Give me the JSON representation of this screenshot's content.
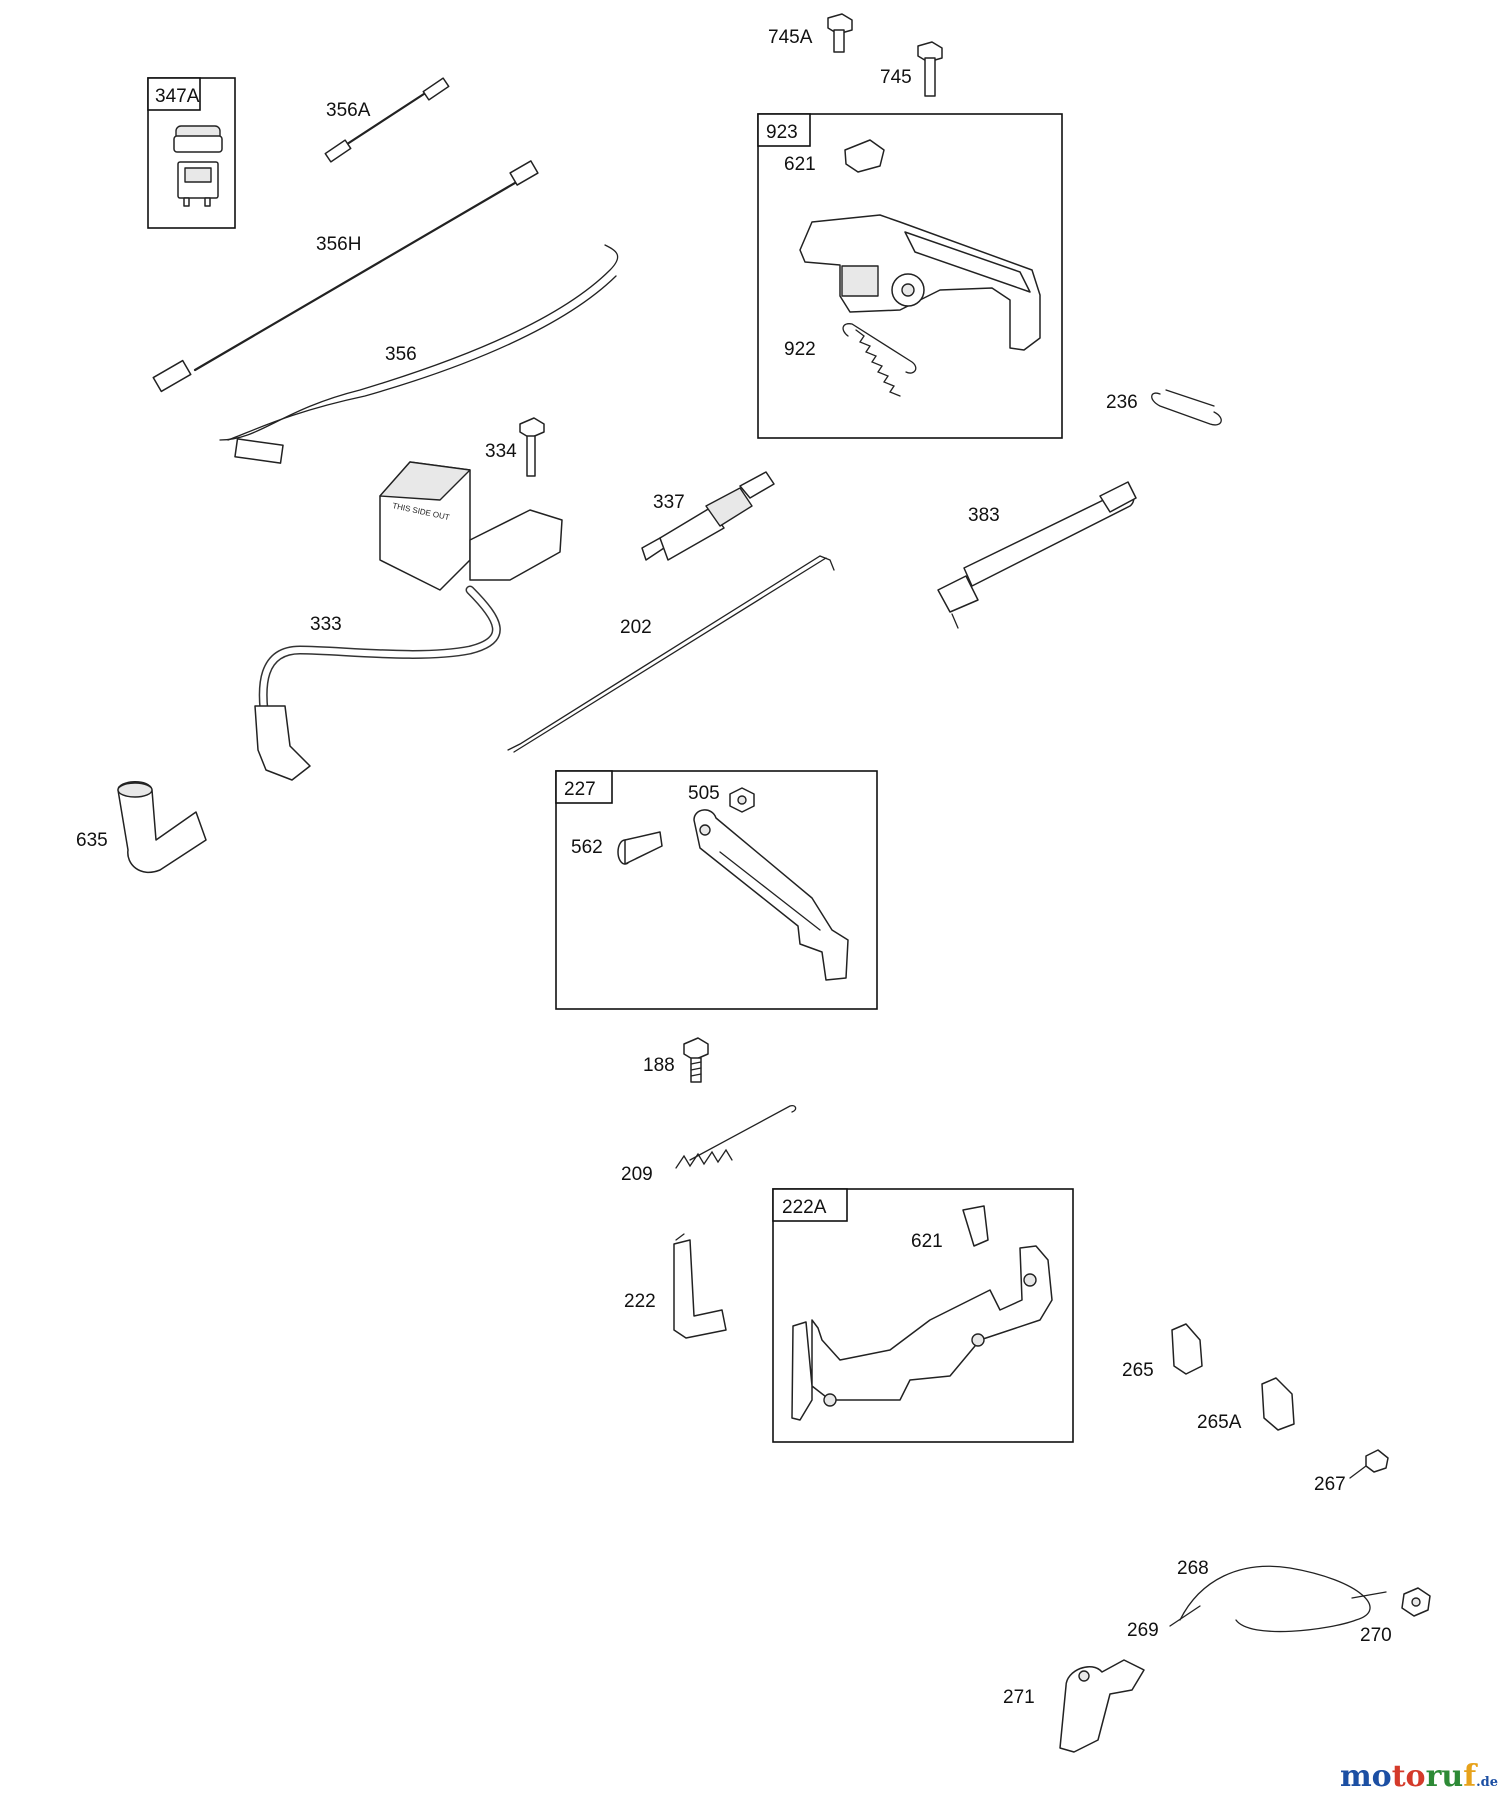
{
  "groups": {
    "g347A": "347A",
    "g923": "923",
    "g227": "227",
    "g222A": "222A"
  },
  "labels": {
    "l745A": "745A",
    "l745": "745",
    "l356A": "356A",
    "l356H": "356H",
    "l356": "356",
    "l621a": "621",
    "l922": "922",
    "l236": "236",
    "l334": "334",
    "l337": "337",
    "l383": "383",
    "l333": "333",
    "l202": "202",
    "l635": "635",
    "l505": "505",
    "l562": "562",
    "l188": "188",
    "l209": "209",
    "l621b": "621",
    "l222": "222",
    "l265": "265",
    "l265A": "265A",
    "l267": "267",
    "l268": "268",
    "l269": "269",
    "l270": "270",
    "l271": "271"
  },
  "coil_text": "THIS SIDE OUT",
  "watermark": {
    "p1": "mo",
    "p2": "to",
    "p3": "ru",
    "p4": "f",
    "tld": ".de"
  }
}
